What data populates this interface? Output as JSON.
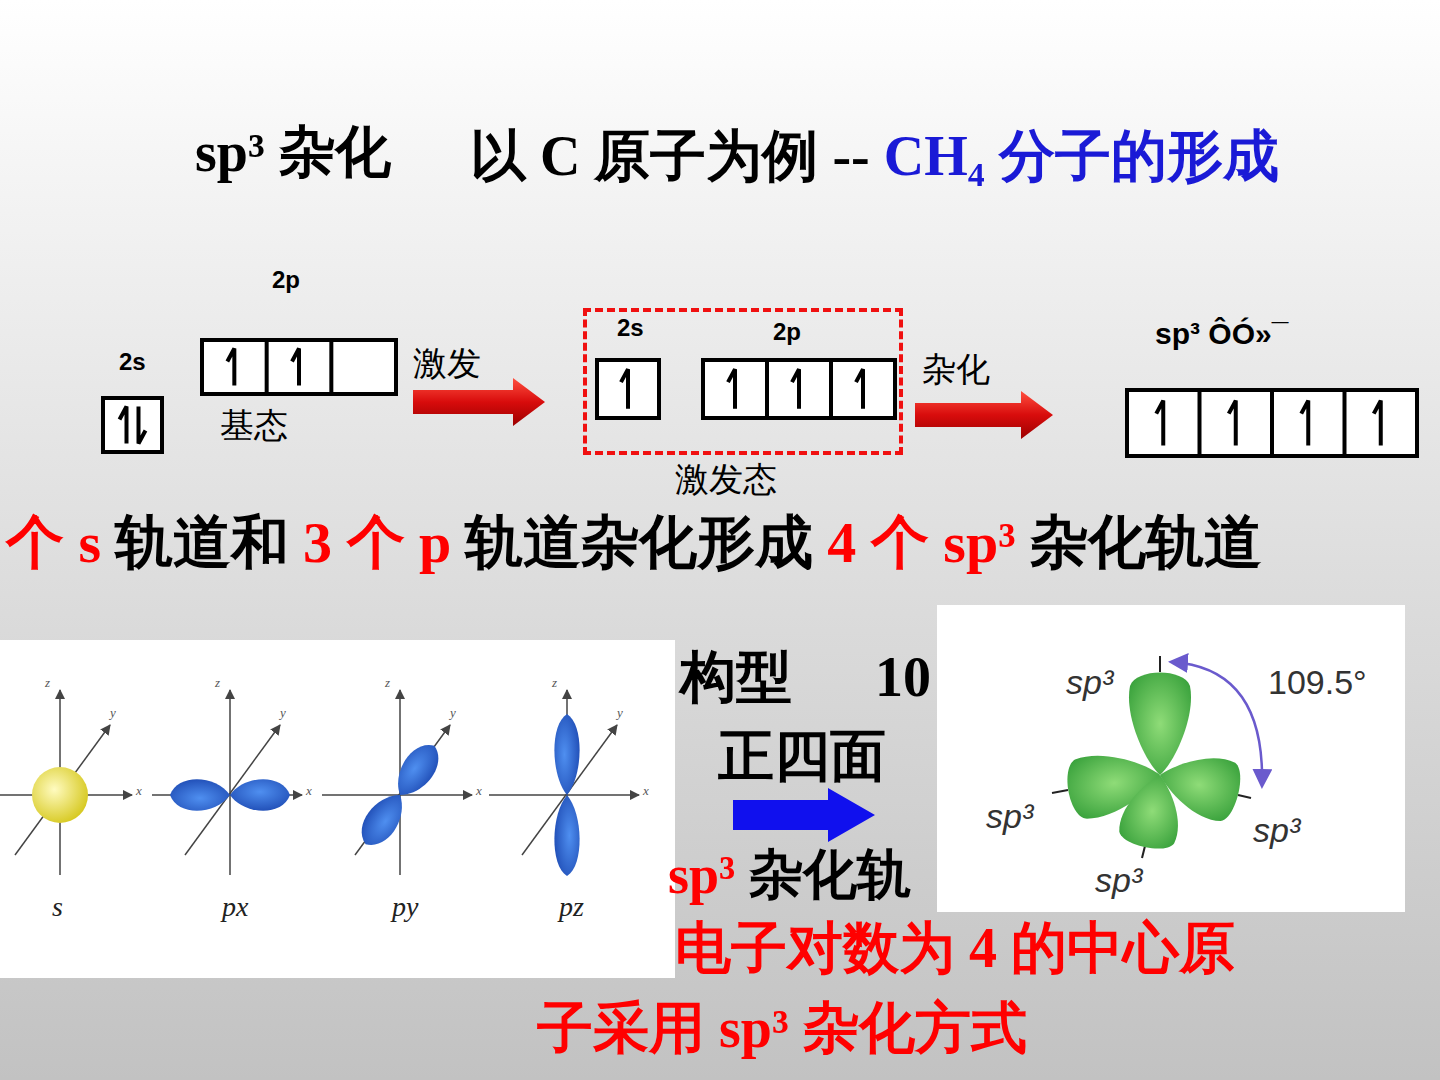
{
  "diagram": {
    "title": "sp³ 杂化",
    "nodes": [
      {
        "text": [
          "2s"
        ]
      },
      {
        "text": [
          "2p",
          "基态"
        ]
      },
      {
        "text": [
          "2s",
          "2p",
          "激发态"
        ]
      },
      {
        "text": [
          "sp³ ÔÓ»¯"
        ]
      }
    ],
    "edges": [
      {
        "from": 1,
        "to": 2,
        "arrow": "to",
        "label": "激发"
      },
      {
        "from": 2,
        "to": 3,
        "arrow": "to",
        "label": "杂化"
      }
    ],
    "labels": [
      "以 C 原子为例 --",
      "CH₄ 分子的形成",
      "个 s",
      "轨道和",
      "3 个 p",
      "轨道杂化形成",
      "4 个 sp³",
      "杂化轨道",
      "构型",
      "10",
      "正四面",
      "sp³",
      "杂化轨",
      "电子对数为 4 的中心原",
      "子采用 sp³ 杂化方式",
      "z",
      "y",
      "x",
      "s",
      "z",
      "y",
      "x",
      "px",
      "z",
      "y",
      "x",
      "py",
      "z",
      "y",
      "x",
      "pz",
      "sp³",
      "109.5°",
      "sp³",
      "sp³",
      "sp³"
    ]
  }
}
